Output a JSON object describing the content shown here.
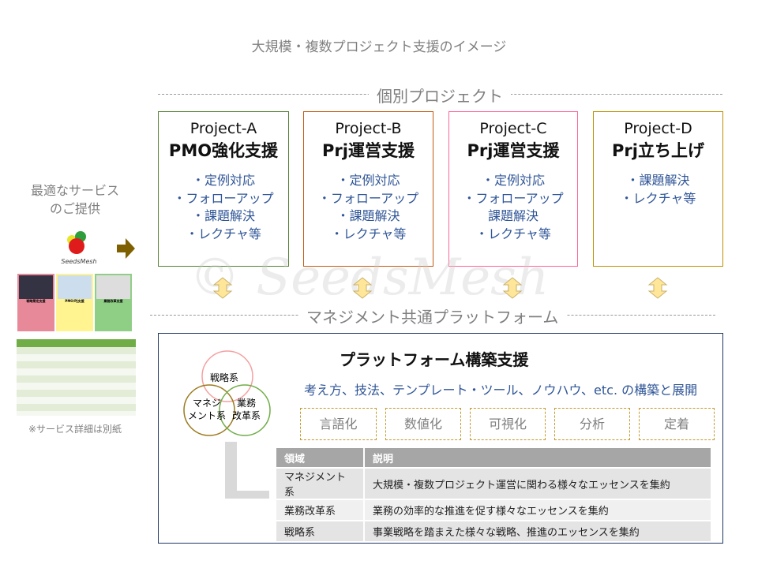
{
  "title": "大規模・複数プロジェクト支援のイメージ",
  "section_projects": "個別プロジェクト",
  "section_platform": "マネジメント共通プラットフォーム",
  "left": {
    "line1": "最適なサービス",
    "line2": "のご提供",
    "logo_text": "SeedsMesh",
    "caption": "※サービス詳細は別紙",
    "thumbs": [
      "戦略策定支援",
      "PMO/PJ支援",
      "業務改革支援"
    ]
  },
  "watermark": "© SeedsMesh",
  "projects": [
    {
      "name": "Project-A",
      "subtitle": "PMO強化支援",
      "items": [
        "・定例対応",
        "・フォローアップ",
        "・課題解決",
        "・レクチャ等"
      ],
      "border": "#548235"
    },
    {
      "name": "Project-B",
      "subtitle": "Prj運営支援",
      "items": [
        "・定例対応",
        "・フォローアップ",
        "・課題解決",
        "・レクチャ等"
      ],
      "border": "#c55a11"
    },
    {
      "name": "Project-C",
      "subtitle": "Prj運営支援",
      "items": [
        "・定例対応",
        "・フォローアップ",
        "課題解決",
        "・レクチャ等"
      ],
      "border": "#ff6699"
    },
    {
      "name": "Project-D",
      "subtitle": "Prj立ち上げ",
      "items": [
        "・課題解決",
        "・レクチャ等"
      ],
      "border": "#bf9000"
    }
  ],
  "platform": {
    "title": "プラットフォーム構築支援",
    "subtitle": "考え方、技法、テンプレート・ツール、ノウハウ、etc. の構築と展開",
    "venn": {
      "strategy": "戦略系",
      "management_1": "マネジ",
      "management_2": "メント系",
      "business_1": "業務",
      "business_2": "改革系"
    },
    "pills": [
      "言語化",
      "数値化",
      "可視化",
      "分析",
      "定着"
    ],
    "table": {
      "headers": [
        "領域",
        "説明"
      ],
      "rows": [
        [
          "マネジメント系",
          "大規模・複数プロジェクト運営に関わる様々なエッセンスを集約"
        ],
        [
          "業務改革系",
          "業務の効率的な推進を促す様々なエッセンスを集約"
        ],
        [
          "戦略系",
          "事業戦略を踏まえた様々な戦略、推進のエッセンスを集約"
        ]
      ]
    }
  }
}
